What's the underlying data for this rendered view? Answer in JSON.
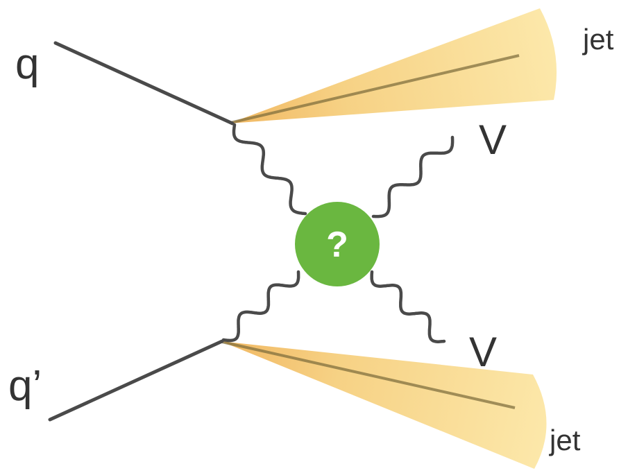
{
  "diagram": {
    "incoming": {
      "top": "q",
      "bottom": "q’"
    },
    "bosons": {
      "top": "V",
      "bottom": "V"
    },
    "jets": {
      "top": "jet",
      "bottom": "jet"
    },
    "vertex": {
      "symbol": "?"
    }
  },
  "colors": {
    "line": "#4a4a4a",
    "jet_fill_light": "#fbe39a",
    "jet_fill_dark": "#f3c36a",
    "vertex": "#6ab740",
    "text": "#333333"
  }
}
